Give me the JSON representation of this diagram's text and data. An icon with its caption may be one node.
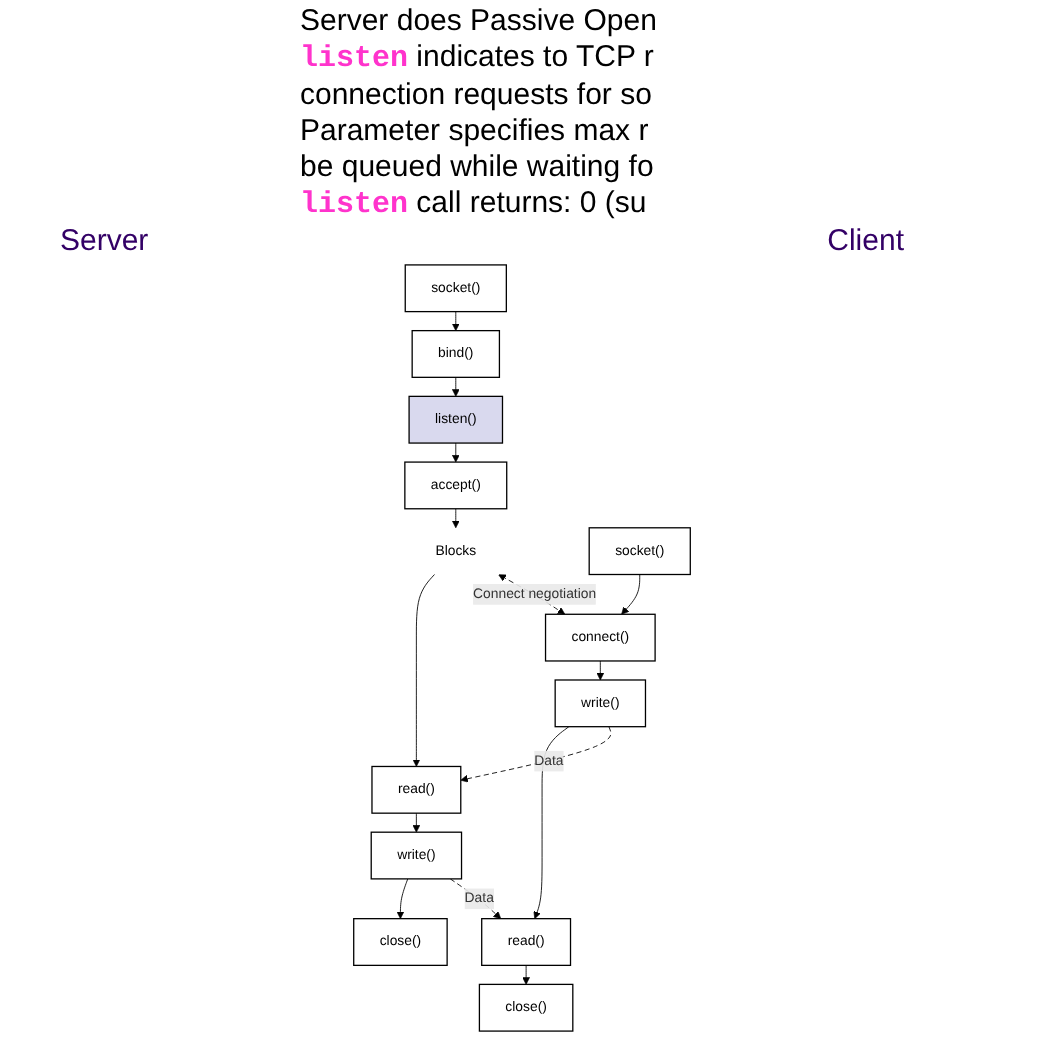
{
  "diagram": {
    "nodes": [
      {
        "text": [
          "socket()"
        ]
      },
      {
        "text": [
          "bind()"
        ]
      },
      {
        "text": [
          "listen()"
        ]
      },
      {
        "text": [
          "accept()"
        ]
      },
      {
        "text": [
          "Blocks"
        ]
      },
      {
        "text": [
          "read()"
        ]
      },
      {
        "text": [
          "write()"
        ]
      },
      {
        "text": [
          "close()"
        ]
      },
      {
        "text": [
          "socket()"
        ]
      },
      {
        "text": [
          "connect()"
        ]
      },
      {
        "text": [
          "write()"
        ]
      },
      {
        "text": [
          "read()"
        ]
      },
      {
        "text": [
          "close()"
        ]
      }
    ],
    "edges": [
      {
        "from": 0,
        "to": 1,
        "arrow": "to"
      },
      {
        "from": 1,
        "to": 2,
        "arrow": "to"
      },
      {
        "from": 2,
        "to": 3,
        "arrow": "to"
      },
      {
        "from": 3,
        "to": 4,
        "arrow": "to"
      },
      {
        "from": 4,
        "to": 5,
        "arrow": "to"
      },
      {
        "from": 5,
        "to": 6,
        "arrow": "to"
      },
      {
        "from": 6,
        "to": 7,
        "arrow": "to"
      },
      {
        "from": 8,
        "to": 9,
        "arrow": "to"
      },
      {
        "from": 9,
        "to": 10,
        "arrow": "to"
      },
      {
        "from": 10,
        "to": 11,
        "arrow": "to"
      },
      {
        "from": 11,
        "to": 12,
        "arrow": "to"
      },
      {
        "from": 4,
        "to": 9,
        "arrow": "both",
        "label": "Connect negotiation",
        "style": "dashed"
      },
      {
        "from": 10,
        "to": 5,
        "arrow": "to",
        "label": "Data",
        "style": "dashed"
      },
      {
        "from": 6,
        "to": 11,
        "arrow": "to",
        "label": "Data",
        "style": "dashed"
      }
    ],
    "labels": [
      "Server does Passive Open",
      "**listen** indicates to TCP r",
      "connection requests for so",
      "Parameter specifies max r",
      "be queued while waiting fo",
      "**listen** call returns: 0 (su",
      "Server",
      "Client"
    ]
  }
}
